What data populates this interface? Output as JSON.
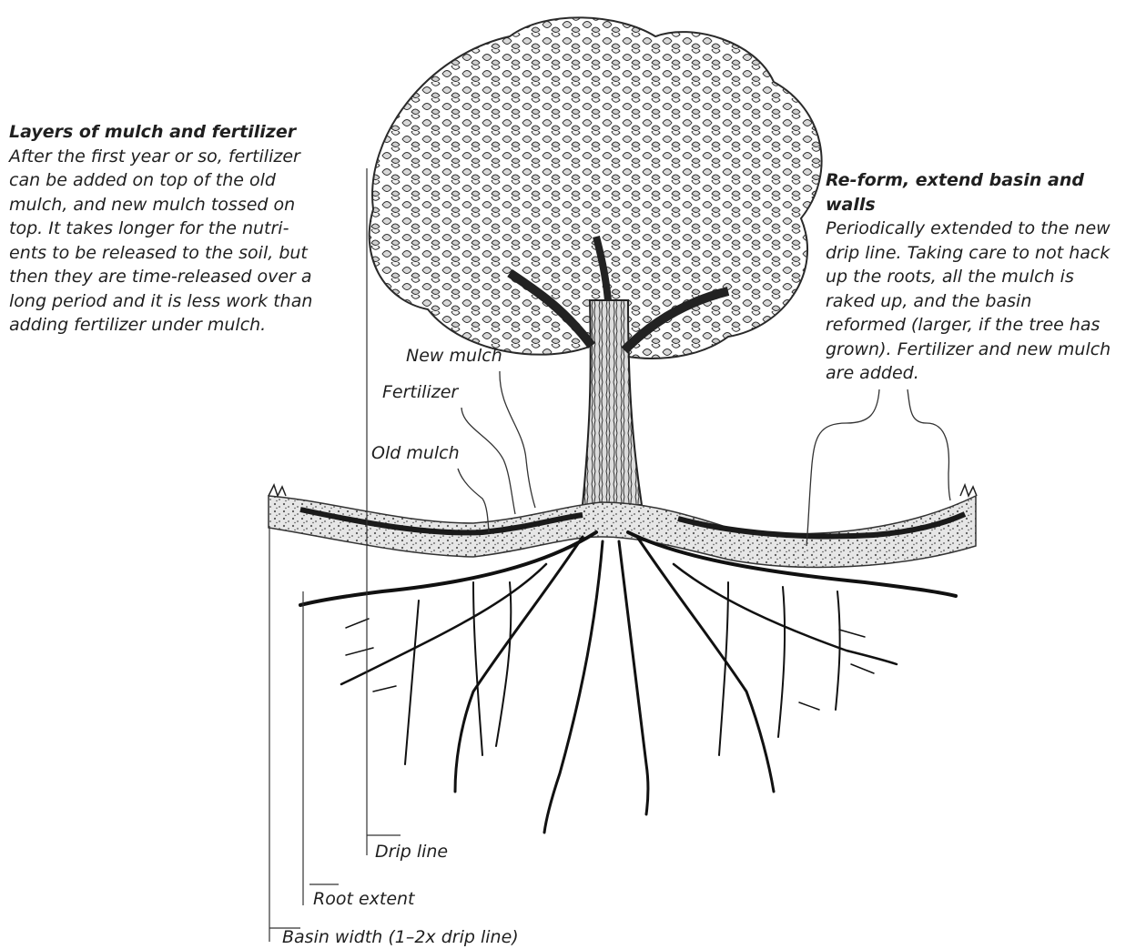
{
  "left_note": {
    "heading": "Layers of mulch and fertilizer",
    "lines": [
      "After the first year or so, fertilizer",
      "can be added on top of the old",
      "mulch, and new mulch tossed on",
      "top. It takes longer for the nutri-",
      "ents to be released to the soil, but",
      "then they are time-released over a",
      "long period and it is less work than",
      "adding fertilizer under mulch."
    ]
  },
  "right_note": {
    "heading": "Re-form, extend basin and walls",
    "lines": [
      "Periodically extended to the new",
      "drip line. Taking care to not hack",
      "up the roots, all the mulch is",
      "raked up, and the basin",
      "reformed (larger, if the tree has",
      "grown). Fertilizer and new mulch",
      "are added."
    ]
  },
  "labels": {
    "new_mulch": "New mulch",
    "fertilizer": "Fertilizer",
    "old_mulch": "Old mulch",
    "drip_line": "Drip line",
    "root_extent": "Root extent",
    "basin_width": "Basin width (1–2x drip line)"
  },
  "colors": {
    "ink": "#1f1f1f",
    "foliage": "#8a8a8a",
    "mulch": "#bdbdbd",
    "fertilizer": "#1a1a1a"
  }
}
